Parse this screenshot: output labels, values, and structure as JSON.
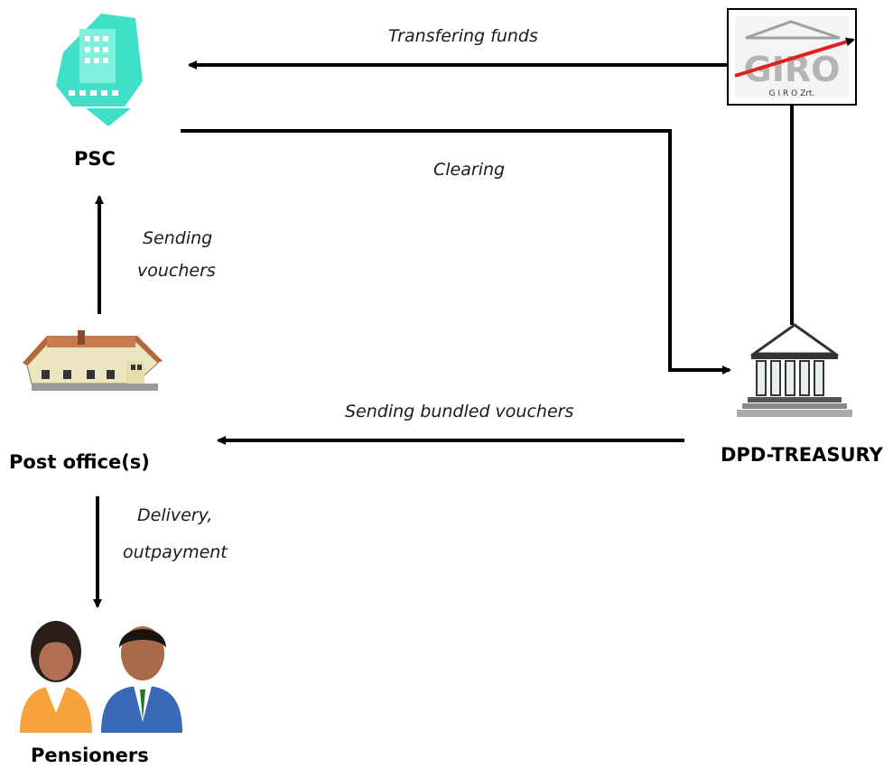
{
  "nodes": {
    "psc": "PSC",
    "post_office": "Post office(s)",
    "treasury": "DPD-TREASURY",
    "pensioners": "Pensioners",
    "giro_logo_text": "GIRO",
    "giro_logo_subtext": "G I R O  Zrt."
  },
  "flows": {
    "transfering_funds": "Transfering funds",
    "clearing": "Clearing",
    "sending_vouchers_1": "Sending",
    "sending_vouchers_2": "vouchers",
    "sending_bundled_vouchers": "Sending bundled vouchers",
    "delivery_1": "Delivery,",
    "delivery_2": "outpayment"
  },
  "colors": {
    "line": "#000000",
    "psc_teal": "#3ee0c8",
    "house_wall": "#ece6c0",
    "house_roof": "#b5673a",
    "giro_red": "#e02020",
    "giro_gray": "#a0a0a0"
  }
}
